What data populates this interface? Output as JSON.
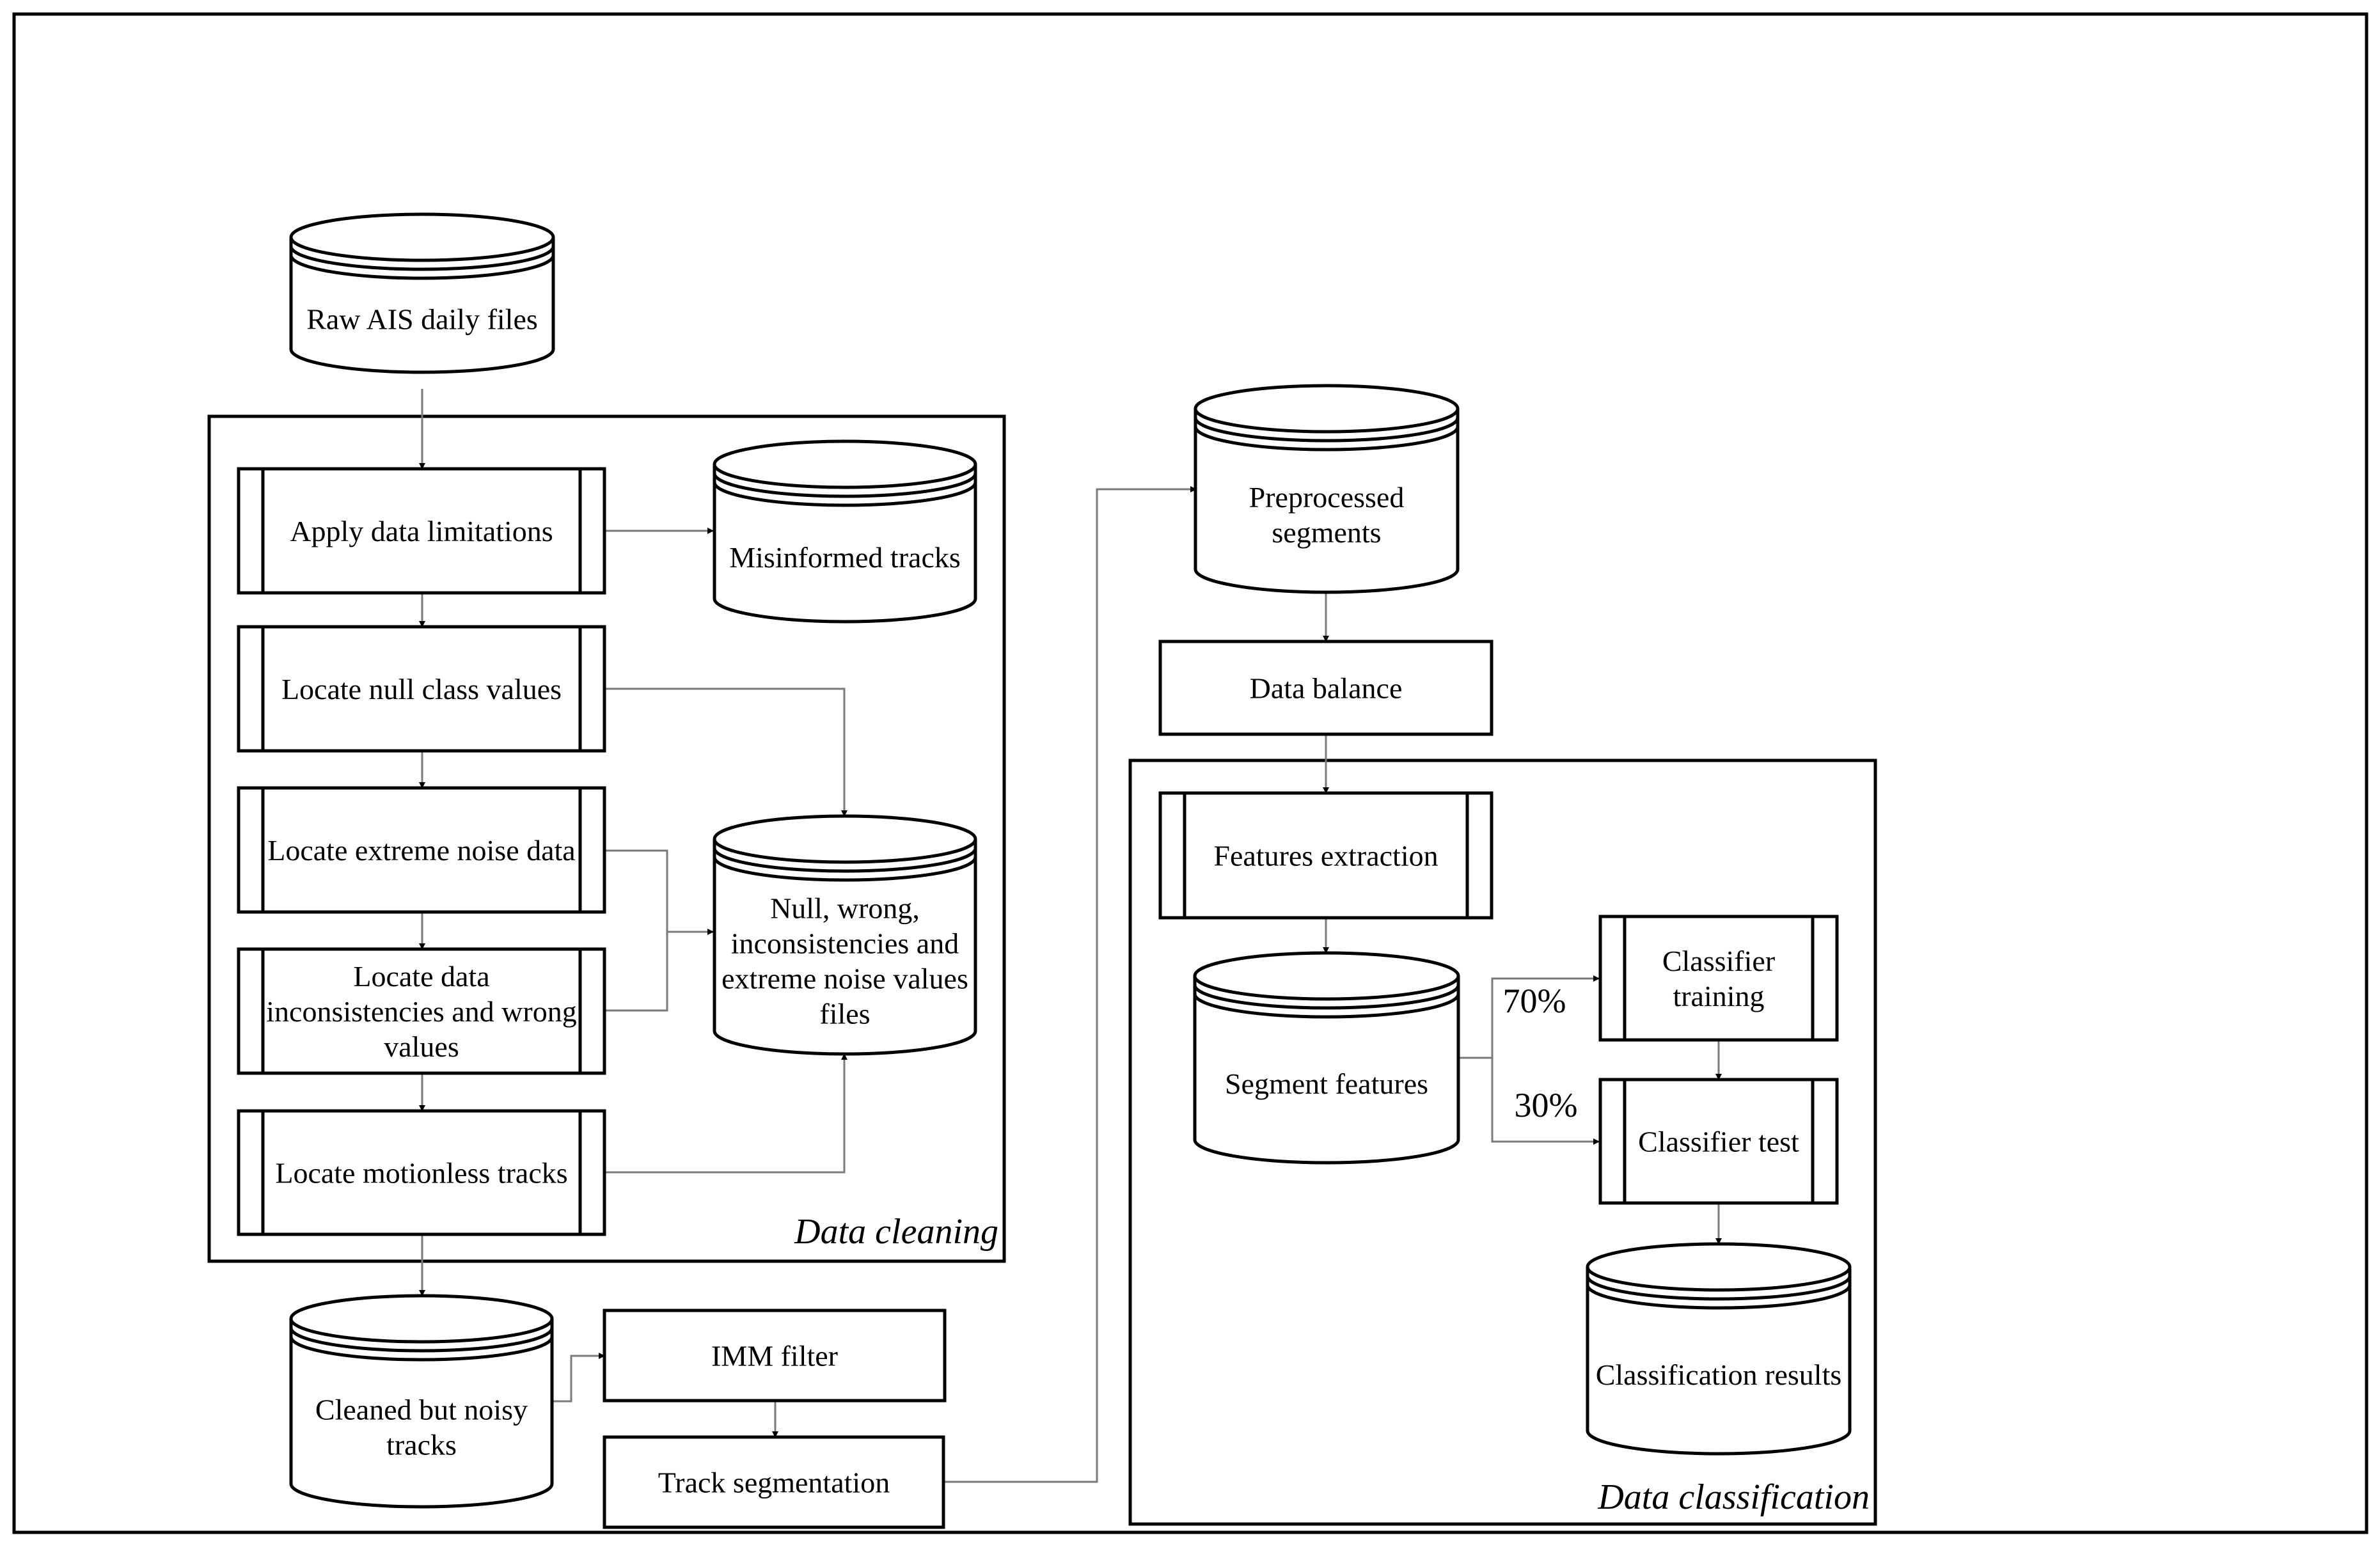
{
  "sections": {
    "cleaning": "Data cleaning",
    "classification": "Data classification"
  },
  "nodes": {
    "raw_ais": [
      "Raw AIS daily files"
    ],
    "apply_limits": [
      "Apply data limitations"
    ],
    "misinformed": [
      "Misinformed tracks"
    ],
    "null_class": [
      "Locate null class values"
    ],
    "extreme_noise": [
      "Locate extreme noise data"
    ],
    "inconsistencies": [
      "Locate data",
      "inconsistencies and wrong",
      "values"
    ],
    "motionless": [
      "Locate motionless tracks"
    ],
    "noise_files": [
      "Null, wrong,",
      "inconsistencies and",
      "extreme noise values",
      "files"
    ],
    "cleaned_noisy": [
      "Cleaned but noisy",
      "tracks"
    ],
    "imm_filter": [
      "IMM filter"
    ],
    "track_seg": [
      "Track segmentation"
    ],
    "preprocessed": [
      "Preprocessed",
      "segments"
    ],
    "data_balance": [
      "Data balance"
    ],
    "features_extraction": [
      "Features extraction"
    ],
    "segment_features": [
      "Segment features"
    ],
    "classifier_training": [
      "Classifier",
      "training"
    ],
    "classifier_test": [
      "Classifier test"
    ],
    "classification_results": [
      "Classification results"
    ]
  },
  "edge_labels": {
    "train_split": "70%",
    "test_split": "30%"
  }
}
